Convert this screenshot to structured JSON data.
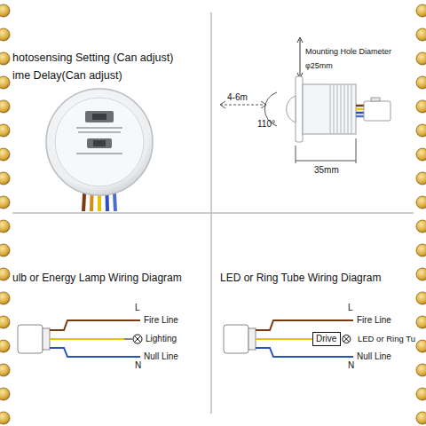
{
  "diagram": {
    "nodes": [
      {
        "text": [
          "Drive"
        ]
      }
    ],
    "labels": [
      "hotosensing Setting (Can adjust)",
      "ime Delay(Can adjust)",
      "Mounting Hole Diameter",
      "φ25mm",
      "4-6m",
      "110°",
      "35mm",
      "ulb or Energy Lamp Wiring Diagram",
      "L",
      "Fire Line",
      "Lighting",
      "Null Line",
      "N",
      "LED or Ring Tube Wiring Diagram",
      "L",
      "Fire Line",
      "LED or Ring Tu",
      "Null Line",
      "N"
    ]
  }
}
